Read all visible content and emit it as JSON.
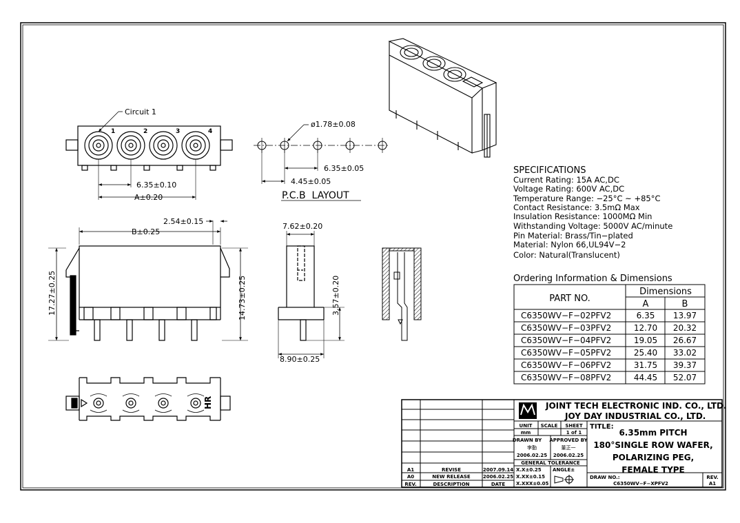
{
  "drawing": {
    "circuit_label": "Circuit 1",
    "pin_numbers": [
      "1",
      "2",
      "3",
      "4"
    ],
    "pcb": {
      "hole_dia": "ø1.78±0.08",
      "pitch": "6.35±0.05",
      "offset": "4.45±0.05",
      "title": "P.C.B  LAYOUT"
    },
    "top_view": {
      "pitch": "6.35±0.10",
      "dim_a": "A±0.20"
    },
    "front_view": {
      "dim_b": "B±0.25",
      "dim_254": "2.54±0.15",
      "height_left": "17.27±0.25",
      "height_right": "14.73±0.25"
    },
    "side_view": {
      "width_top": "7.62±0.20",
      "height": "3.57±0.20",
      "width_bottom": "8.90±0.25"
    },
    "bottom_view": {
      "mark": "HR"
    }
  },
  "specifications": {
    "heading": "SPECIFICATIONS",
    "lines": [
      "Current Rating: 15A AC,DC",
      "Voltage Rating: 600V AC,DC",
      "Temperature Range: −25°C ~ +85°C",
      "Contact Resistance: 3.5mΩ Max",
      "Insulation Resistance: 1000MΩ Min",
      "Withstanding Voltage: 5000V AC/minute",
      "Pin Material: Brass/Tin−plated",
      "Material: Nylon 66,UL94V−2",
      "Color: Natural(Translucent)"
    ]
  },
  "ordering": {
    "heading": "Ordering Information & Dimensions",
    "part_header": "PART NO.",
    "dims_header": "Dimensions",
    "col_a": "A",
    "col_b": "B",
    "rows": [
      [
        "C6350WV−F−02PFV2",
        "6.35",
        "13.97"
      ],
      [
        "C6350WV−F−03PFV2",
        "12.70",
        "20.32"
      ],
      [
        "C6350WV−F−04PFV2",
        "19.05",
        "26.67"
      ],
      [
        "C6350WV−F−05PFV2",
        "25.40",
        "33.02"
      ],
      [
        "C6350WV−F−06PFV2",
        "31.75",
        "39.37"
      ],
      [
        "C6350WV−F−08PFV2",
        "44.45",
        "52.07"
      ]
    ]
  },
  "title_block": {
    "company1": "JOINT TECH ELECTRONIC IND. CO., LTD.",
    "company2": "JOY DAY INDUSTRIAL CO., LTD.",
    "unit_label": "UNIT",
    "unit_value": "mm",
    "scale_label": "SCALE",
    "sheet_label": "SHEET",
    "sheet_value": "1 of 1",
    "drawn_by_label": "DRAWN BY",
    "drawn_by": "李勤",
    "drawn_date": "2006.02.25",
    "approved_by_label": "APPROVED BY",
    "approved_by": "董正一",
    "approved_date": "2006.02.25",
    "tolerance_label": "GENERAL TOLERANCE",
    "tol1": "X.X±0.25",
    "tol2": "X.XX±0.15",
    "tol3": "X.XXX±0.05",
    "angle_label": "ANGLE±",
    "title_label": "TITLE:",
    "title_lines": [
      "6.35mm PITCH",
      "180°SINGLE ROW WAFER,",
      "POLARIZING PEG,",
      "FEMALE TYPE"
    ],
    "draw_no_label": "DRAW NO.:",
    "draw_no": "C6350WV−F−XPFV2",
    "rev_label": "REV.",
    "rev_value": "A1",
    "revisions": [
      {
        "rev": "A1",
        "desc": "REVISE",
        "date": "2007.09.14"
      },
      {
        "rev": "A0",
        "desc": "NEW RELEASE",
        "date": "2006.02.25"
      }
    ],
    "rev_header": "REV.",
    "desc_header": "DESCRIPTION",
    "date_header": "DATE"
  }
}
